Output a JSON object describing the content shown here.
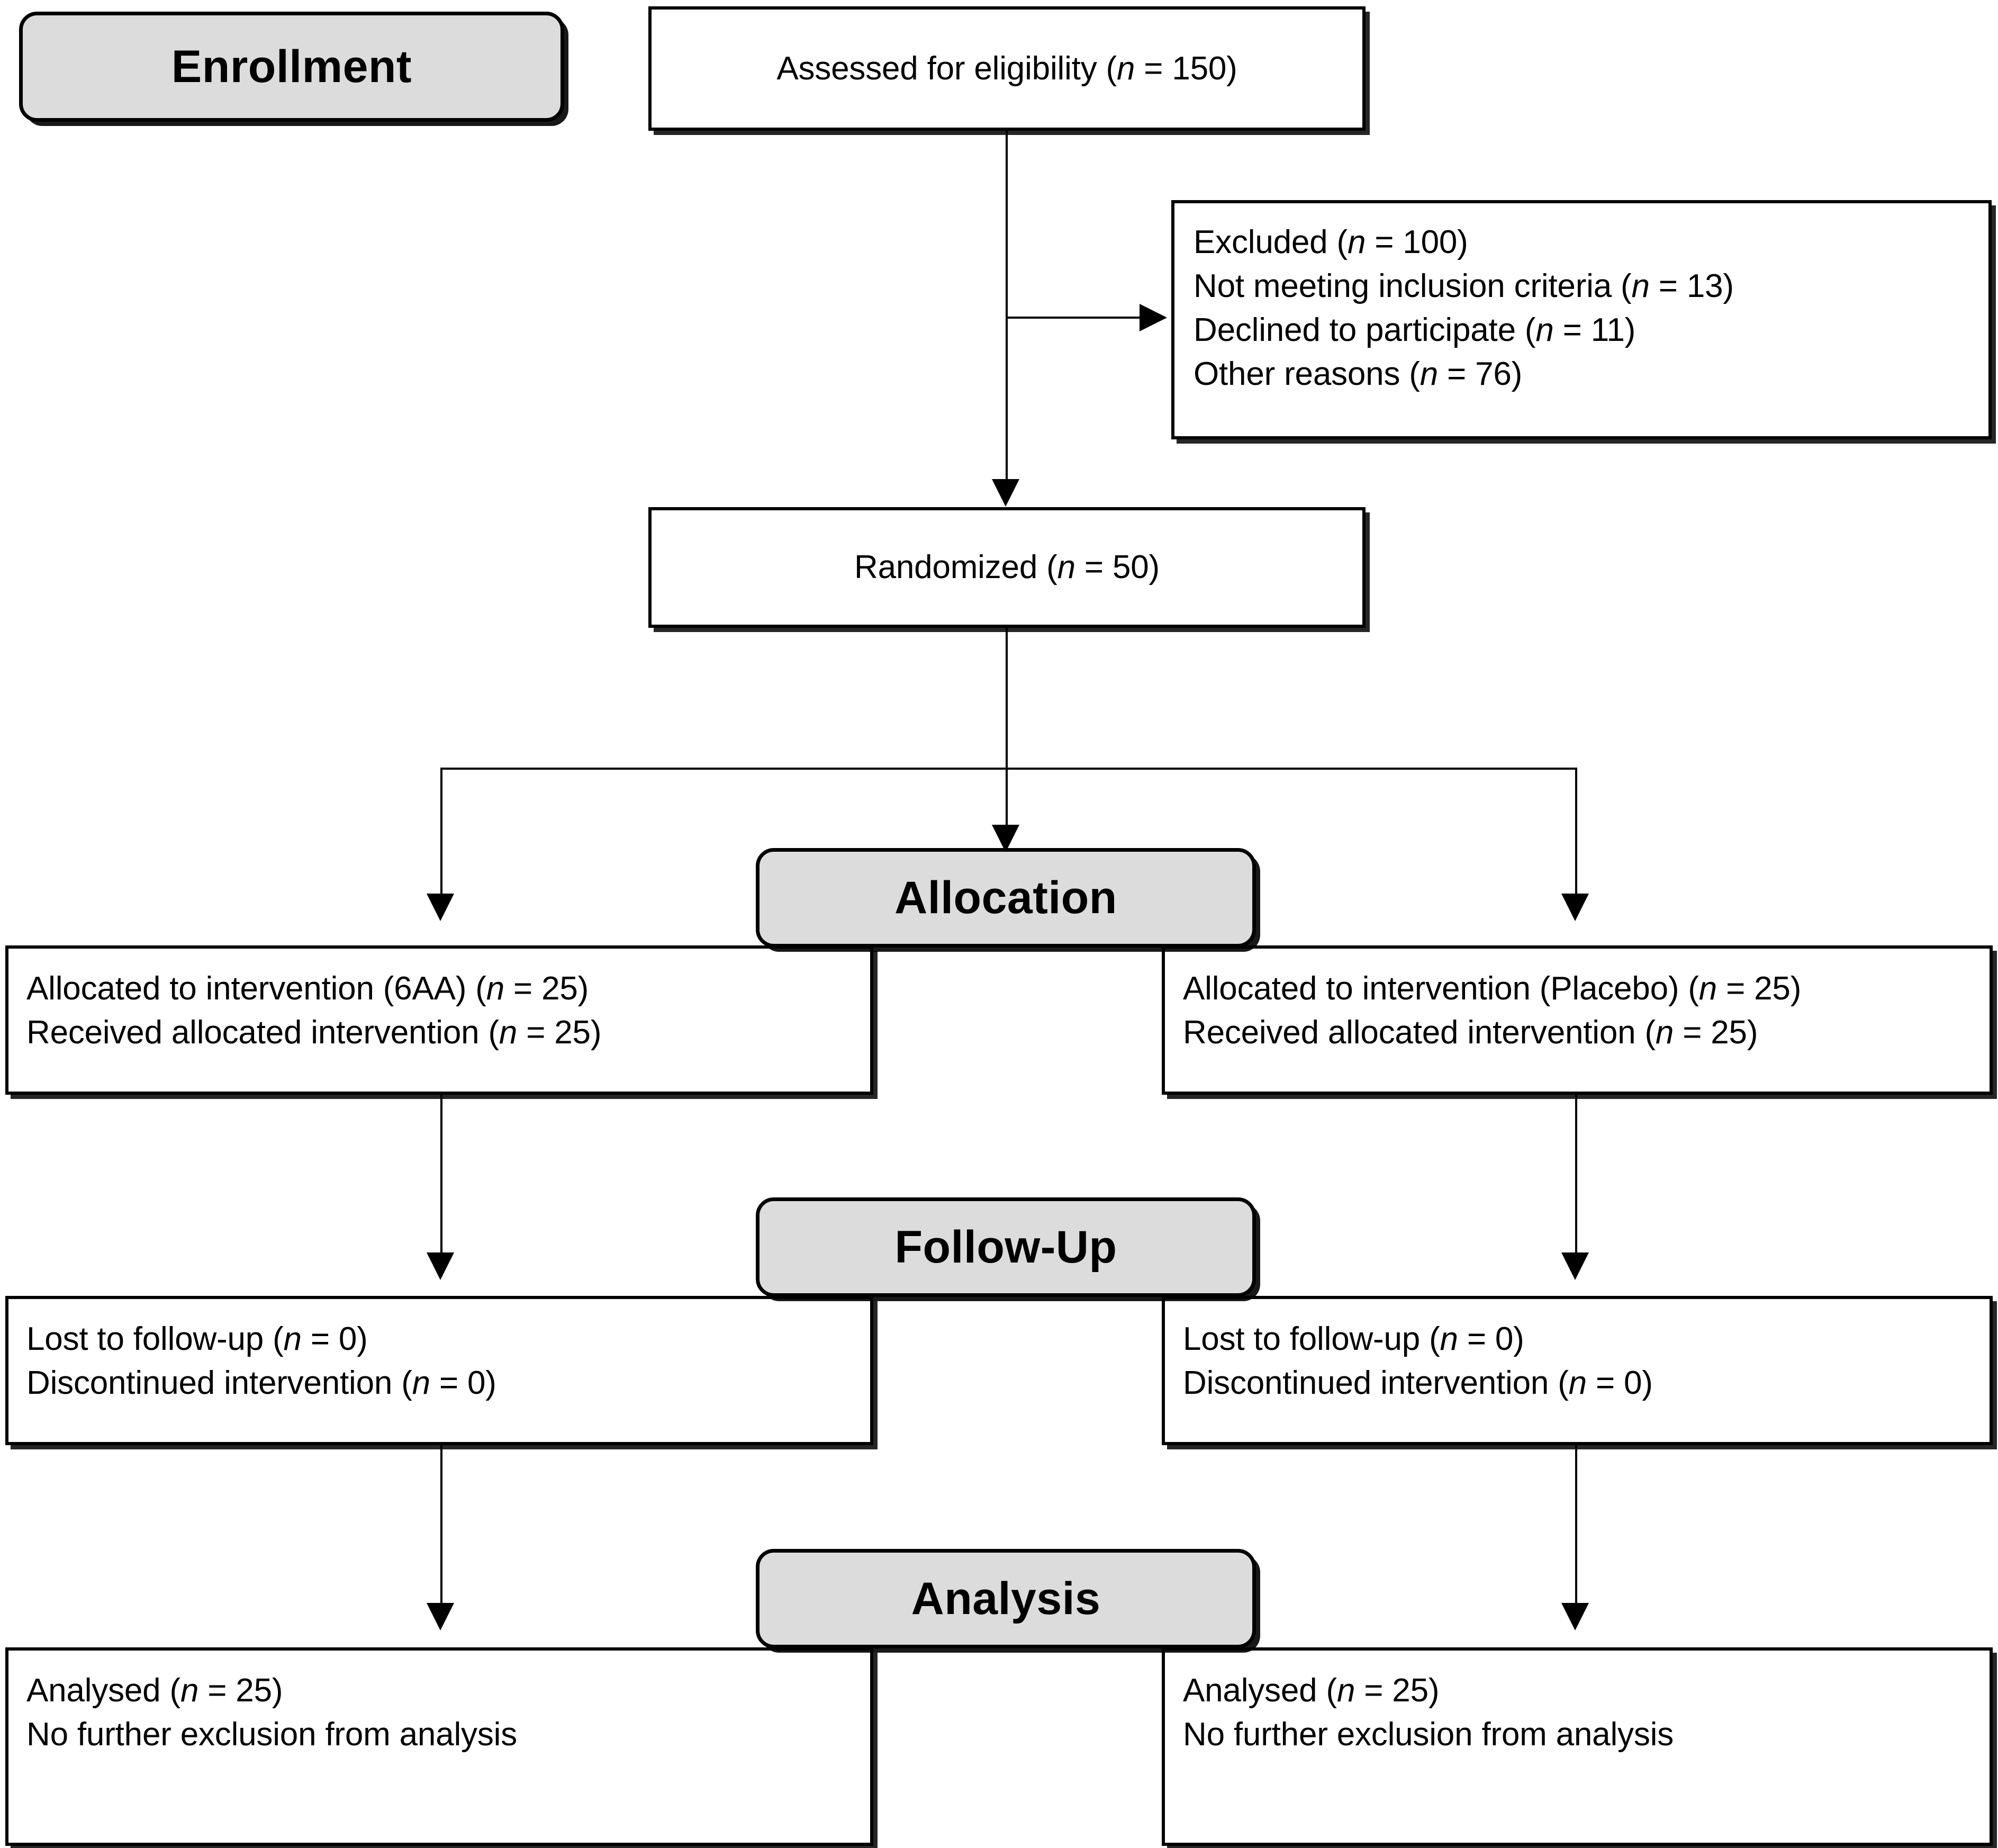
{
  "diagram": {
    "type": "CONSORT flow diagram",
    "stages": [
      "Enrollment",
      "Allocation",
      "Follow-Up",
      "Analysis"
    ],
    "accent_fill": "#dcdcdc",
    "stroke": "#000000",
    "background": "#ffffff"
  },
  "banners": {
    "enrollment": "Enrollment",
    "allocation": "Allocation",
    "followup": "Follow-Up",
    "analysis": "Analysis"
  },
  "nodes": {
    "assessed": {
      "lines": [
        {
          "pre": "Assessed for eligibility (",
          "n": "n",
          "post": " = 150)"
        }
      ]
    },
    "excluded": {
      "lines": [
        {
          "pre": "Excluded (",
          "n": "n",
          "post": " = 100)"
        },
        {
          "pre": "Not meeting inclusion criteria (",
          "n": "n",
          "post": " = 13)"
        },
        {
          "pre": "Declined to participate (",
          "n": "n",
          "post": " = 11)"
        },
        {
          "pre": "Other reasons (",
          "n": "n",
          "post": " = 76)"
        }
      ]
    },
    "randomized": {
      "lines": [
        {
          "pre": "Randomized (",
          "n": "n",
          "post": " = 50)"
        }
      ]
    },
    "alloc_left": {
      "lines": [
        {
          "pre": "Allocated to intervention (6AA) (",
          "n": "n",
          "post": " = 25)"
        },
        {
          "pre": "Received allocated intervention (",
          "n": "n",
          "post": " = 25)"
        }
      ]
    },
    "alloc_right": {
      "lines": [
        {
          "pre": "Allocated to intervention (Placebo) (",
          "n": "n",
          "post": " = 25)"
        },
        {
          "pre": "Received allocated intervention (",
          "n": "n",
          "post": " = 25)"
        }
      ]
    },
    "follow_left": {
      "lines": [
        {
          "pre": "Lost to follow-up (",
          "n": "n",
          "post": " = 0)"
        },
        {
          "pre": "Discontinued intervention (",
          "n": "n",
          "post": " = 0)"
        }
      ]
    },
    "follow_right": {
      "lines": [
        {
          "pre": "Lost to follow-up (",
          "n": "n",
          "post": " = 0)"
        },
        {
          "pre": "Discontinued intervention (",
          "n": "n",
          "post": " = 0)"
        }
      ]
    },
    "analysis_left": {
      "lines": [
        {
          "pre": "Analysed  (",
          "n": "n",
          "post": " = 25)"
        },
        {
          "pre": "No further exclusion from analysis",
          "n": "",
          "post": ""
        }
      ]
    },
    "analysis_right": {
      "lines": [
        {
          "pre": "Analysed  (",
          "n": "n",
          "post": " = 25)"
        },
        {
          "pre": "No further exclusion from analysis",
          "n": "",
          "post": ""
        }
      ]
    }
  },
  "flow_data": {
    "assessed_for_eligibility": 150,
    "excluded_total": 100,
    "excluded_not_meeting_inclusion_criteria": 13,
    "excluded_declined_to_participate": 11,
    "excluded_other_reasons": 76,
    "randomized": 50,
    "arm_6aa": {
      "allocated": 25,
      "received": 25,
      "lost_to_followup": 0,
      "discontinued": 0,
      "analysed": 25
    },
    "arm_placebo": {
      "allocated": 25,
      "received": 25,
      "lost_to_followup": 0,
      "discontinued": 0,
      "analysed": 25
    }
  }
}
